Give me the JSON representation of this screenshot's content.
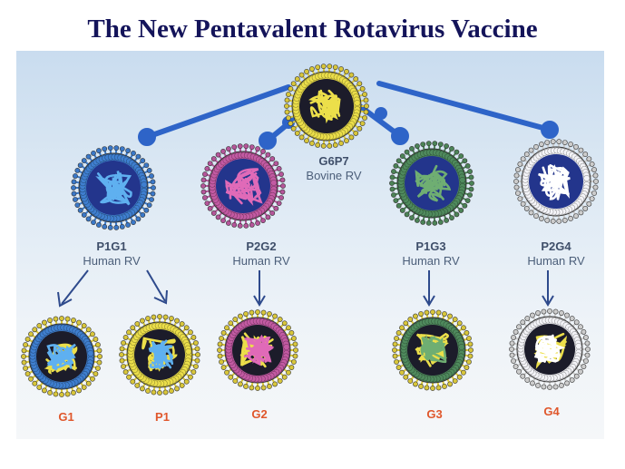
{
  "title": "The New Pentavalent Rotavirus Vaccine",
  "bovine": {
    "code": "G6P7",
    "type": "Bovine RV"
  },
  "human_strains": [
    {
      "code": "P1G1",
      "type": "Human RV"
    },
    {
      "code": "P2G2",
      "type": "Human RV"
    },
    {
      "code": "P1G3",
      "type": "Human RV"
    },
    {
      "code": "P2G4",
      "type": "Human RV"
    }
  ],
  "reassortants": [
    "G1",
    "P1",
    "G2",
    "G3",
    "G4"
  ],
  "colors": {
    "title": "#14145a",
    "background": "#d7e5f2",
    "connector": "#2e64c8",
    "bovine_shell": "#ecdf4a",
    "bovine_core": "#1c1c2a",
    "p1g1_shell": "#3f7fd0",
    "p2g2_shell": "#c35aa3",
    "p1g3_shell": "#4f8a5d",
    "p2g4_shell": "#ffffff",
    "human_core": "#23358c",
    "label_orange": "#e0572c"
  }
}
